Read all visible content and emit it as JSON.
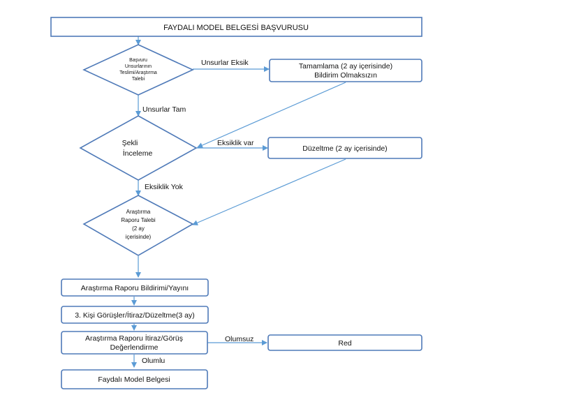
{
  "title": "FAYDALI MODEL BELGESİ BAŞVURUSU",
  "decisions": {
    "d1": [
      "Başvuru",
      "Unsurlarının",
      "Teslimi/Araştırma",
      "Talebi"
    ],
    "d2": [
      "Şekli",
      "İnceleme"
    ],
    "d3": [
      "Araştırma",
      "Raporu Talebi",
      "(2 ay",
      "içerisinde)"
    ]
  },
  "boxes": {
    "tamamlama": [
      "Tamamlama (2 ay içerisinde)",
      "Bildirim Olmaksızın"
    ],
    "duzeltme": "Düzeltme (2 ay içerisinde)",
    "bildirim": "Araştırma Raporu Bildirimi/Yayını",
    "gorusler": "3. Kişi Görüşler/İtiraz/Düzeltme(3 ay)",
    "degerlendirme": [
      "Araştırma Raporu İtiraz/Görüş",
      "Değerlendirme"
    ],
    "red": "Red",
    "belge": "Faydalı Model Belgesi"
  },
  "edge_labels": {
    "unsurlar_eksik": "Unsurlar Eksik",
    "unsurlar_tam": "Unsurlar Tam",
    "eksiklik_var": "Eksiklik var",
    "eksiklik_yok": "Eksiklik Yok",
    "olumsuz": "Olumsuz",
    "olumlu": "Olumlu"
  },
  "colors": {
    "box_border": "#4f7ab8",
    "connector": "#5b9bd5"
  }
}
